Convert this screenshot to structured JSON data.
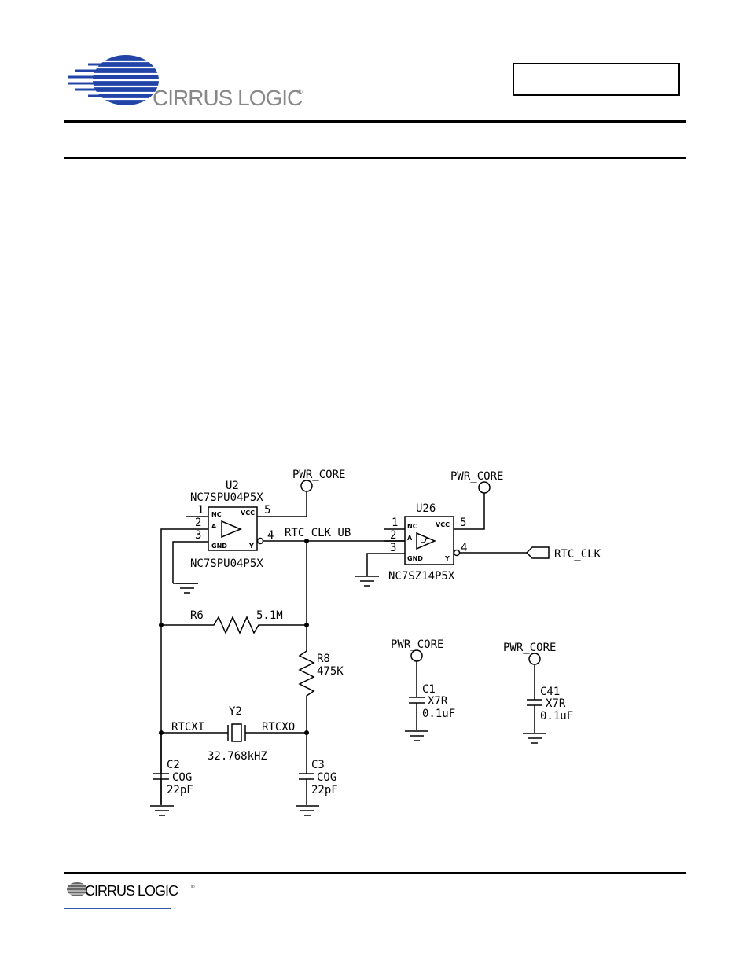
{
  "header": {
    "logo_text": "CIRRUS LOGIC",
    "logo_mark": "®",
    "doc_box_text": ""
  },
  "footer": {
    "logo_text": "CIRRUS LOGIC",
    "logo_mark": "®"
  },
  "colors": {
    "logo_blue": "#2244a8",
    "logo_gray": "#888888",
    "ink": "#000000"
  },
  "schematic": {
    "u2": {
      "ref": "U2",
      "part_top": "NC7SPU04P5X",
      "part_bottom": "NC7SPU04P5X",
      "pins": {
        "nc": "1",
        "a": "2",
        "gnd": "3",
        "y": "4",
        "vcc": "5"
      },
      "pin_labels": {
        "nc": "NC",
        "a": "A",
        "gnd": "GND",
        "y": "Y",
        "vcc": "VCC"
      }
    },
    "u26": {
      "ref": "U26",
      "part": "NC7SZ14P5X",
      "pins": {
        "nc": "1",
        "a": "2",
        "gnd": "3",
        "y": "4",
        "vcc": "5"
      },
      "pin_labels": {
        "nc": "NC",
        "a": "A",
        "gnd": "GND",
        "y": "Y",
        "vcc": "VCC"
      }
    },
    "nets": {
      "pwr_core_u2": "PWR_CORE",
      "pwr_core_u26": "PWR_CORE",
      "pwr_core_c1": "PWR_CORE",
      "pwr_core_c41": "PWR_CORE",
      "rtc_clk_ub": "RTC_CLK_UB",
      "rtc_clk": "RTC_CLK",
      "rtcxi": "RTCXI",
      "rtcxo": "RTCXO"
    },
    "r6": {
      "ref": "R6",
      "value": "5.1M"
    },
    "r8": {
      "ref": "R8",
      "value": "475K"
    },
    "y2": {
      "ref": "Y2",
      "value": "32.768kHZ"
    },
    "c2": {
      "ref": "C2",
      "dielectric": "COG",
      "value": "22pF"
    },
    "c3": {
      "ref": "C3",
      "dielectric": "COG",
      "value": "22pF"
    },
    "c1": {
      "ref": "C1",
      "dielectric": "X7R",
      "value": "0.1uF"
    },
    "c41": {
      "ref": "C41",
      "dielectric": "X7R",
      "value": "0.1uF"
    }
  }
}
